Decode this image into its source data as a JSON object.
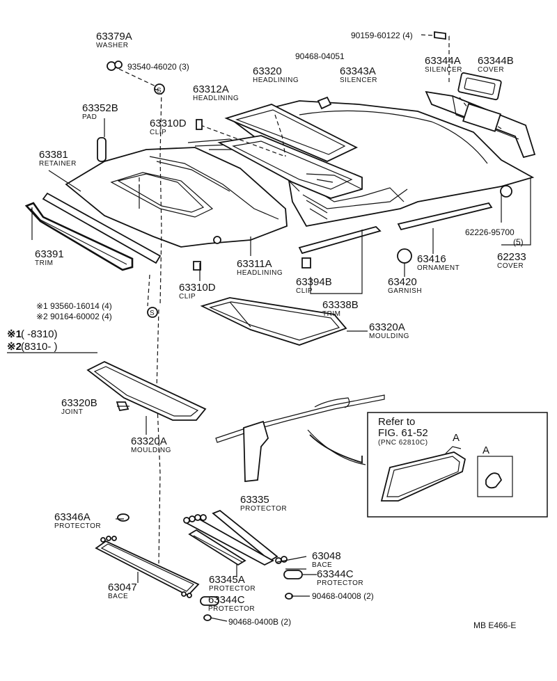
{
  "callouts": [
    {
      "id": "c1",
      "pn": "63379A",
      "name": "WASHER"
    },
    {
      "id": "c2",
      "pn": "93540-46020 (3)",
      "name": ""
    },
    {
      "id": "c3",
      "pn": "63352B",
      "name": "PAD"
    },
    {
      "id": "c4",
      "pn": "63312A",
      "name": "HEADLINING"
    },
    {
      "id": "c5",
      "pn": "63310D",
      "name": "CLIP"
    },
    {
      "id": "c6",
      "pn": "63320",
      "name": "HEADLINING"
    },
    {
      "id": "c7",
      "pn": "90468-04051",
      "name": ""
    },
    {
      "id": "c8",
      "pn": "63343A",
      "name": "SILENCER"
    },
    {
      "id": "c9",
      "pn": "90159-60122 (4)",
      "name": ""
    },
    {
      "id": "c10",
      "pn": "63344A",
      "name": "SILENCER"
    },
    {
      "id": "c11",
      "pn": "63344B",
      "name": "COVER"
    },
    {
      "id": "c12",
      "pn": "63381",
      "name": "RETAINER"
    },
    {
      "id": "c13",
      "pn": "63391",
      "name": "TRIM"
    },
    {
      "id": "c14",
      "pn": "63311A",
      "name": "HEADLINING"
    },
    {
      "id": "c15",
      "pn": "63310D",
      "name": "CLIP"
    },
    {
      "id": "c16",
      "pn": "63394B",
      "name": "CLIP"
    },
    {
      "id": "c17",
      "pn": "63338B",
      "name": "TRIM"
    },
    {
      "id": "c18",
      "pn": "63420",
      "name": "GARNISH"
    },
    {
      "id": "c19",
      "pn": "63416",
      "name": "ORNAMENT"
    },
    {
      "id": "c20",
      "pn": "62226-95700",
      "name": "(5)"
    },
    {
      "id": "c21",
      "pn": "62233",
      "name": "COVER"
    },
    {
      "id": "c22",
      "pn": "63320A",
      "name": "MOULDING"
    },
    {
      "id": "c23",
      "pn": "63320B",
      "name": "JOINT"
    },
    {
      "id": "c24",
      "pn": "63320A",
      "name": "MOULDING"
    },
    {
      "id": "c25",
      "pn": "63335",
      "name": "PROTECTOR"
    },
    {
      "id": "c26",
      "pn": "63346A",
      "name": "PROTECTOR"
    },
    {
      "id": "c27",
      "pn": "63048",
      "name": "BACE"
    },
    {
      "id": "c28",
      "pn": "63344C",
      "name": "PROTECTOR"
    },
    {
      "id": "c29",
      "pn": "90468-04008 (2)",
      "name": ""
    },
    {
      "id": "c30",
      "pn": "63345A",
      "name": "PROTECTOR"
    },
    {
      "id": "c31",
      "pn": "63047",
      "name": "BACE"
    },
    {
      "id": "c32",
      "pn": "63344C",
      "name": "PROTECTOR"
    },
    {
      "id": "c33",
      "pn": "90468-0400B (2)",
      "name": ""
    }
  ],
  "notes": {
    "n1": "※1 93560-16014 (4)",
    "n2": "※2 90164-60002 (4)",
    "k1_mark": "※1",
    "k1_range": "(        -8310)",
    "k2_mark": "※2",
    "k2_range": "(8310-          )"
  },
  "refer": {
    "line1": "Refer to",
    "line2": "FIG. 61-52",
    "line3": "(PNC 62810C)",
    "label_a1": "A",
    "label_a2": "A"
  },
  "screw_s": "S",
  "footer": "MB  E466-E"
}
